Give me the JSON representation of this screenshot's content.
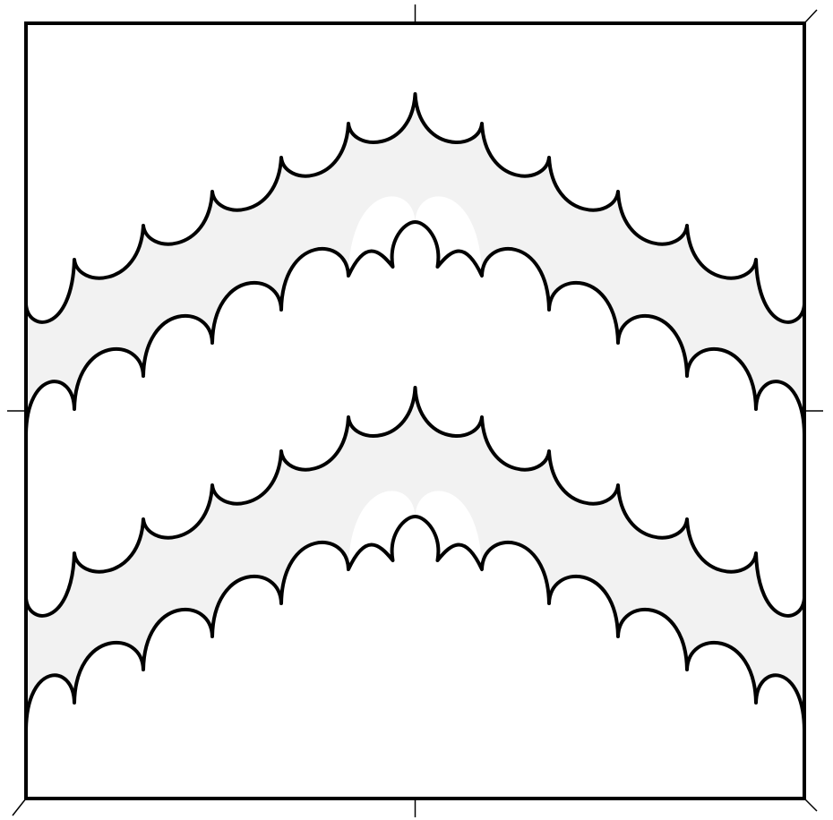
{
  "figure": {
    "frame_color": "#000000",
    "background_color": "#ffffff",
    "shaded_band_color": "#f2f2f2",
    "outline_color": "#000000",
    "band_fills": [
      "white",
      "shaded",
      "white",
      "shaded",
      "white"
    ],
    "curve_styles": [
      "scallop-up",
      "scallop-down-tip",
      "scallop-up",
      "scallop-down-tip"
    ]
  }
}
